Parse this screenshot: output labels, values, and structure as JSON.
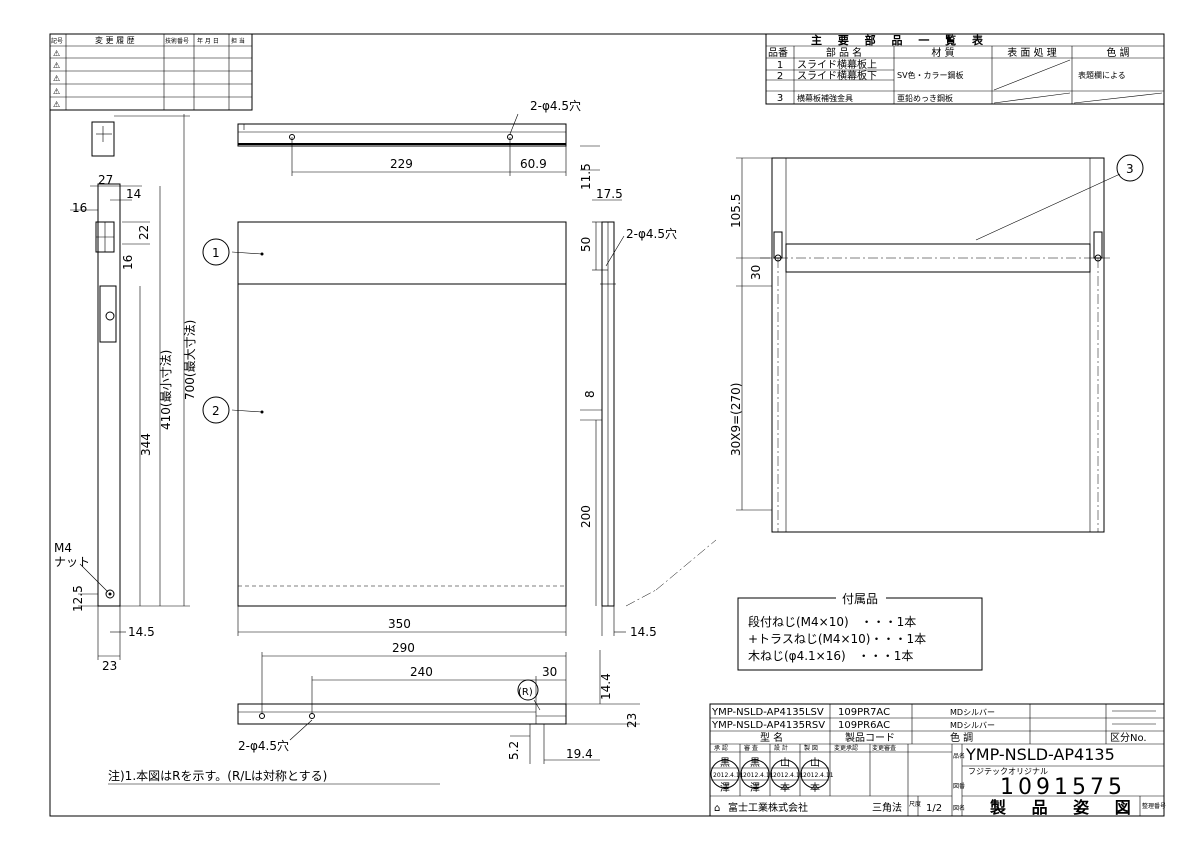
{
  "revision_table": {
    "headers": [
      "記号",
      "変 更 履 歴",
      "技術番号",
      "年 月 日",
      "担 当"
    ],
    "rows": [
      "⚠",
      "⚠",
      "⚠",
      "⚠",
      "⚠"
    ]
  },
  "parts_table": {
    "title": "主 要 部 品 一 覧 表",
    "headers": [
      "品番",
      "部 品 名",
      "材 質",
      "表 面 処 理",
      "色 調"
    ],
    "rows": [
      {
        "no": "1",
        "name": "スライド横幕板上"
      },
      {
        "no": "2",
        "name": "スライド横幕板下"
      },
      {
        "no": "3",
        "name": "横幕板補強金具",
        "material": "亜鉛めっき鋼板"
      }
    ],
    "material_12": "SV色・カラー鋼板",
    "color_12": "表題欄による"
  },
  "dimensions": {
    "top_holes": "2-φ4.5穴",
    "top_229": "229",
    "top_60_9": "60.9",
    "d_11_5": "11.5",
    "d_17_5": "17.5",
    "side_holes": "2-φ4.5穴",
    "d_50": "50",
    "d_8": "8",
    "d_200": "200",
    "d_350": "350",
    "d_14_5_mid": "14.5",
    "d_27": "27",
    "d_14": "14",
    "d_16a": "16",
    "d_22": "22",
    "d_16b": "16",
    "d_344": "344",
    "d_410": "410(最小寸法)",
    "d_700": "700(最大寸法)",
    "m4_nut": "M4\nナット",
    "m4_label": "M4",
    "nut_label": "ナット",
    "d_12_5": "12.5",
    "d_14_5_left": "14.5",
    "d_23_left": "23",
    "d_290": "290",
    "d_240": "240",
    "d_30_bot": "30",
    "d_14_4": "14.4",
    "r_label": "(R)",
    "d_23_bot": "23",
    "d_5_2": "5.2",
    "d_19_4": "19.4",
    "bot_holes": "2-φ4.5穴",
    "d_105_5": "105.5",
    "d_30_right": "30",
    "d_30x9": "30X9=(270)"
  },
  "callouts": [
    "1",
    "2",
    "3"
  ],
  "accessories": {
    "title": "付属品",
    "items": [
      "段付ねじ(M4×10)　・・・1本",
      "+トラスねじ(M4×10)・・・1本",
      "木ねじ(φ4.1×16)　・・・1本"
    ]
  },
  "note": "注)1.本図はRを示す。(R/Lは対称とする)",
  "title_block": {
    "models": [
      {
        "model": "YMP-NSLD-AP4135LSV",
        "code": "109PR7AC",
        "color": "MDシルバー"
      },
      {
        "model": "YMP-NSLD-AP4135RSV",
        "code": "109PR6AC",
        "color": "MDシルバー"
      }
    ],
    "col_model": "型 名",
    "col_code": "製品コード",
    "col_color": "色 調",
    "col_class": "区分No.",
    "sign_headers": [
      "承 認",
      "審 査",
      "設 計",
      "製 図",
      "変更承認",
      "変更審査"
    ],
    "stamps": [
      {
        "top": "黒",
        "date": "2012.4.11",
        "bottom": "澤"
      },
      {
        "top": "黒",
        "date": "2012.4.11",
        "bottom": "澤"
      },
      {
        "top": "山",
        "date": "2012.4.11",
        "bottom": "本"
      },
      {
        "top": "山",
        "date": "2012.4.11",
        "bottom": "本"
      }
    ],
    "name_label": "品名",
    "product_name": "YMP-NSLD-AP4135",
    "sub_name": "フジテックオリジナル",
    "drawing_label": "図番",
    "drawing_no": "1091575",
    "company": "富士工業株式会社",
    "projection": "三角法",
    "scale_label": "尺度",
    "scale": "1/2",
    "doc_label": "図名",
    "doc_title": "製 品 姿 図",
    "category_label": "整理番号"
  }
}
